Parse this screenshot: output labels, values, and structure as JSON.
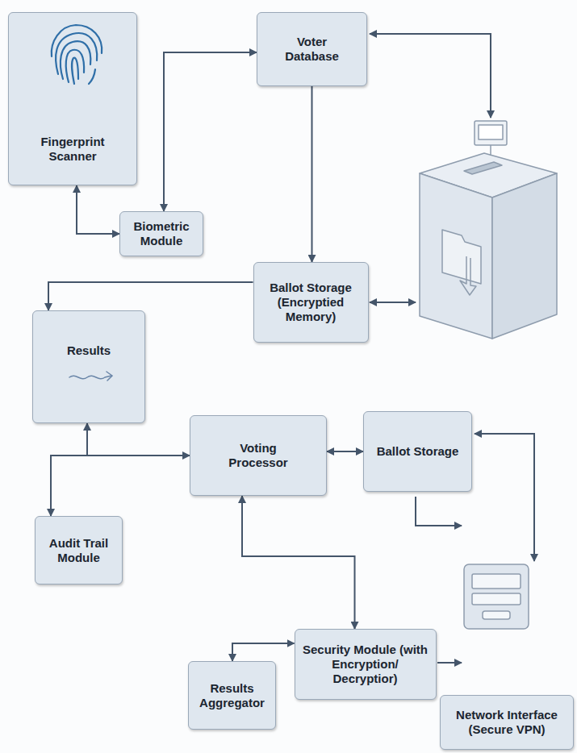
{
  "diagram": {
    "nodes": [
      {
        "text": [
          "Fingerprint Scanner"
        ]
      },
      {
        "text": [
          "Voter Database"
        ]
      },
      {
        "text": [
          "Biometric Module"
        ]
      },
      {
        "text": [
          "Ballot Storage (Encryptied Memory)"
        ]
      },
      {
        "text": [
          "Results"
        ]
      },
      {
        "text": [
          "Voting Processor"
        ]
      },
      {
        "text": [
          "Ballot Storage"
        ]
      },
      {
        "text": [
          "Audit Trail Module"
        ]
      },
      {
        "text": [
          "Security Module (with Encryption/ Decryptior)"
        ]
      },
      {
        "text": [
          "Results Aggregator"
        ]
      },
      {
        "text": [
          "Network Interface (Secure VPN)"
        ]
      }
    ],
    "edges": [
      {
        "from": 0,
        "to": 2,
        "arrow": "both"
      },
      {
        "from": 2,
        "to": 1,
        "arrow": "both"
      },
      {
        "from": 1,
        "to": 3,
        "arrow": "to"
      },
      {
        "from": 3,
        "to": 4,
        "arrow": "to"
      },
      {
        "from": 7,
        "to": 5,
        "arrow": "both"
      },
      {
        "from": 7,
        "to": 4,
        "arrow": "to"
      },
      {
        "from": 5,
        "to": 6,
        "arrow": "both"
      },
      {
        "from": 5,
        "to": 8,
        "arrow": "both"
      },
      {
        "from": 9,
        "to": 8,
        "arrow": "both"
      }
    ]
  }
}
